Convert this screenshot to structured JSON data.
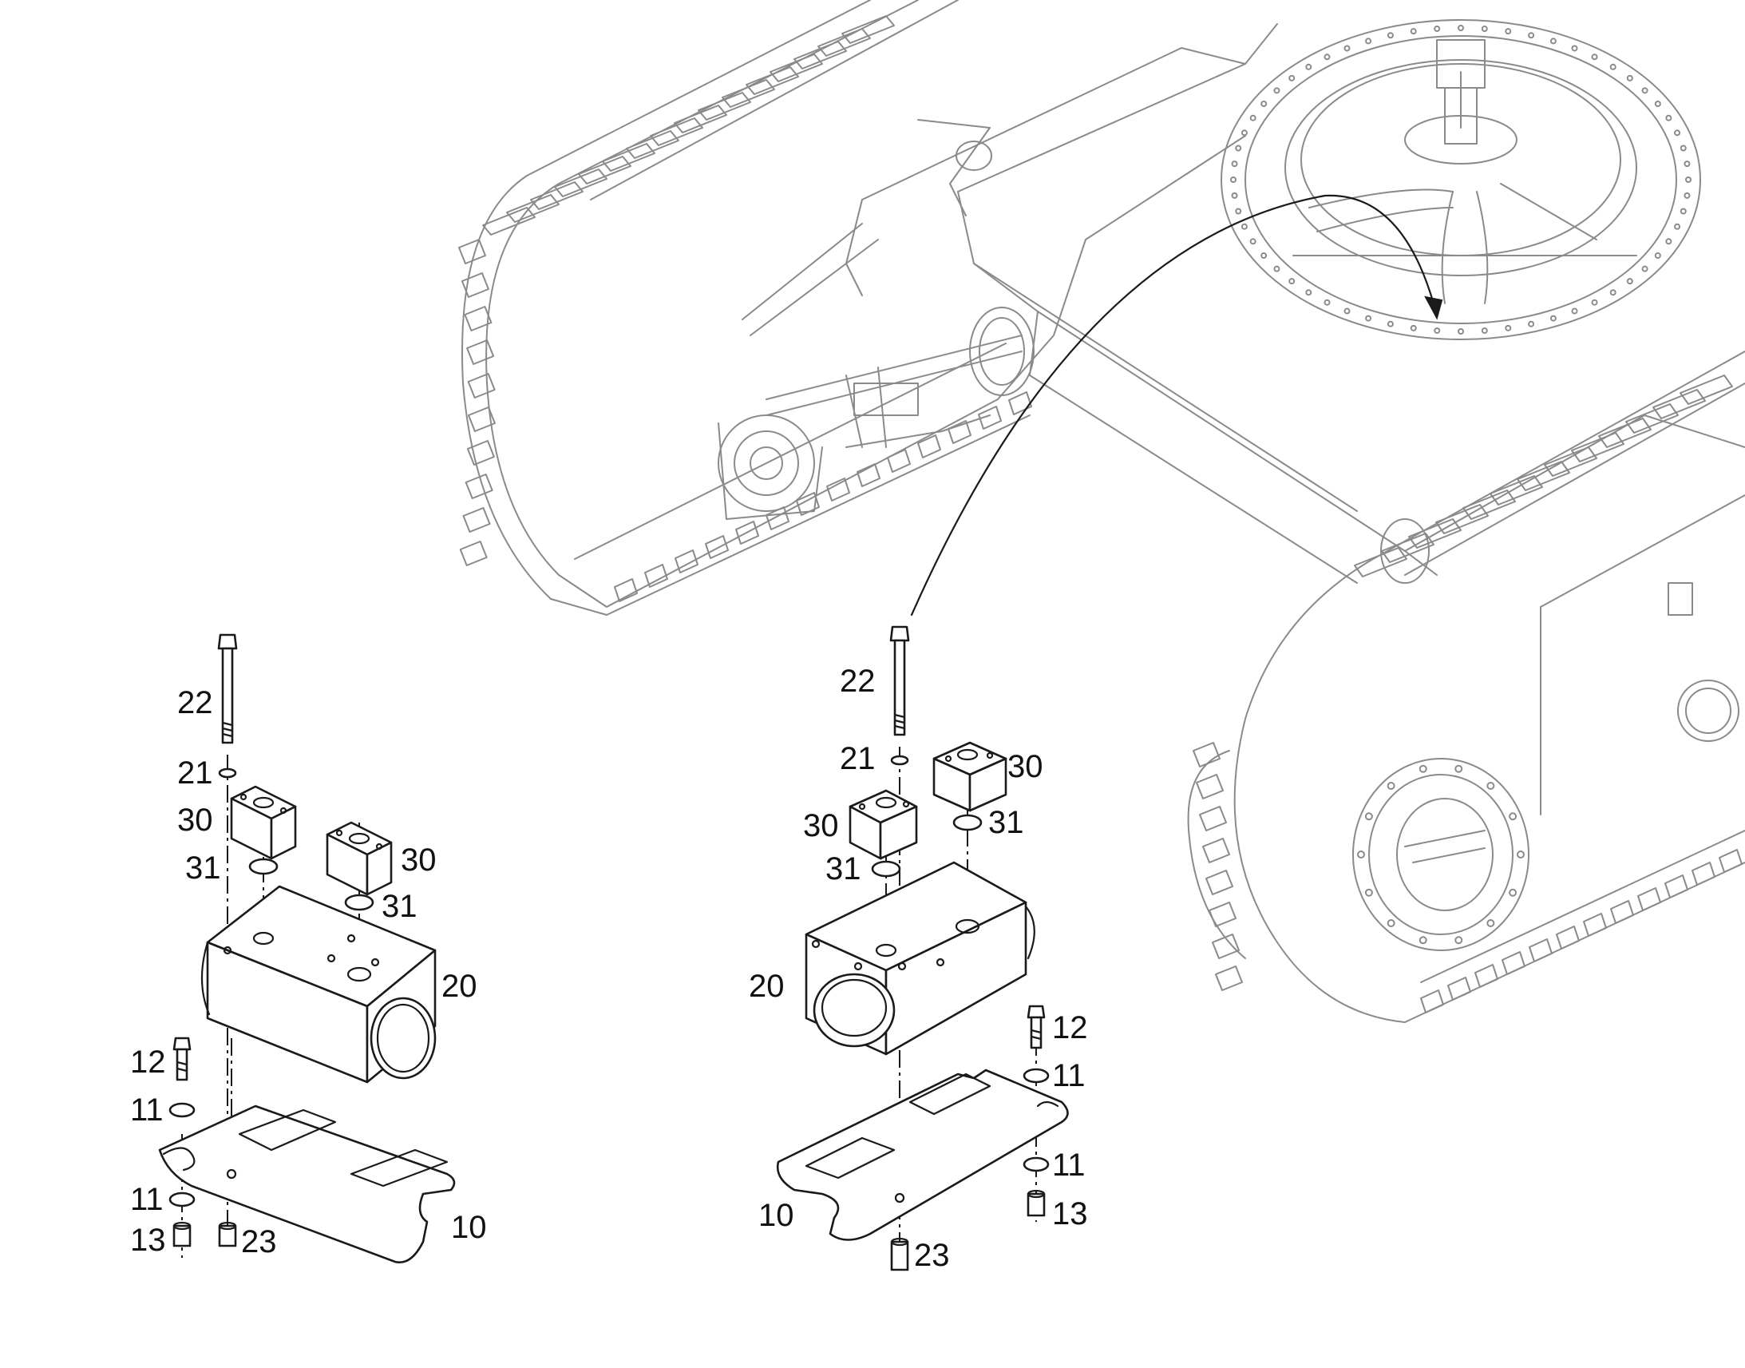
{
  "callouts": {
    "left_assembly": {
      "bolt_long": "22",
      "washer_top": "21",
      "flange_a": "30",
      "oring_a": "31",
      "flange_b": "30",
      "oring_b": "31",
      "valve_body": "20",
      "bolt_short": "12",
      "washer_upper": "11",
      "washer_lower": "11",
      "nut_short": "13",
      "nut_long": "23",
      "base_plate": "10"
    },
    "right_assembly": {
      "bolt_long": "22",
      "washer_top": "21",
      "flange_a": "30",
      "oring_a": "31",
      "flange_b": "30",
      "oring_b": "31",
      "valve_body": "20",
      "bolt_short": "12",
      "washer_upper": "11",
      "washer_lower": "11",
      "nut_short": "13",
      "nut_long": "23",
      "base_plate": "10"
    }
  },
  "colors": {
    "line": "#1a1a1a",
    "background_machine": "#8a8a8a",
    "paper": "#ffffff"
  }
}
